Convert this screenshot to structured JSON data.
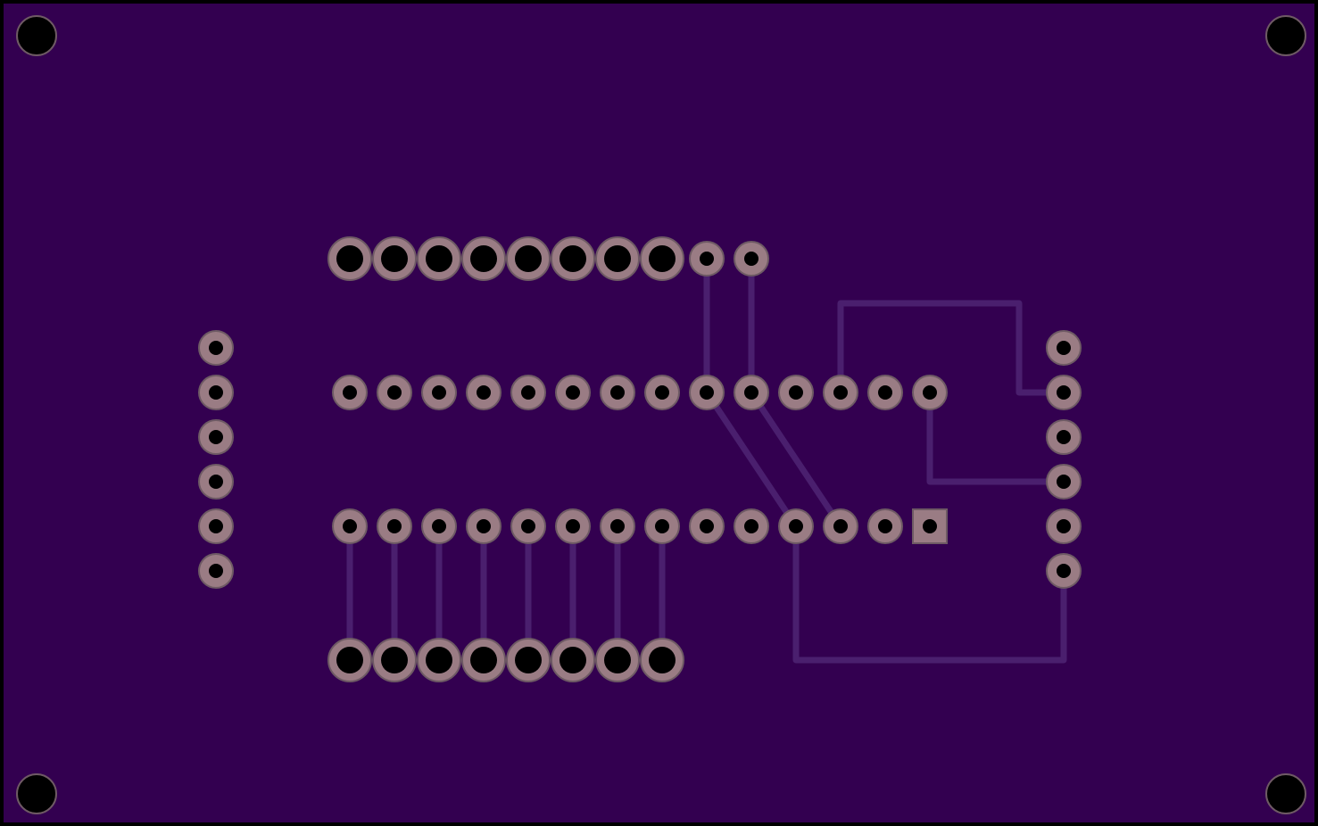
{
  "board": {
    "substrate_color": "#330050",
    "outline_color": "#000000",
    "trace_color": "#4a1f6e",
    "pad_color": "#9a7c84",
    "pad_edge_color": "#6e5a64",
    "drill_color": "#000000",
    "mounting_hole_color": "#000000",
    "mounting_hole_edge_color": "#6e5a64"
  },
  "components": {
    "top_header": {
      "pin_count": 10
    },
    "bottom_header": {
      "pin_count": 8
    },
    "left_header": {
      "pin_count": 6
    },
    "right_header": {
      "pin_count": 6
    },
    "dip_package": {
      "pin_count": 28,
      "pin1_pad_shape": "square"
    },
    "mounting_holes": {
      "count": 4
    }
  }
}
